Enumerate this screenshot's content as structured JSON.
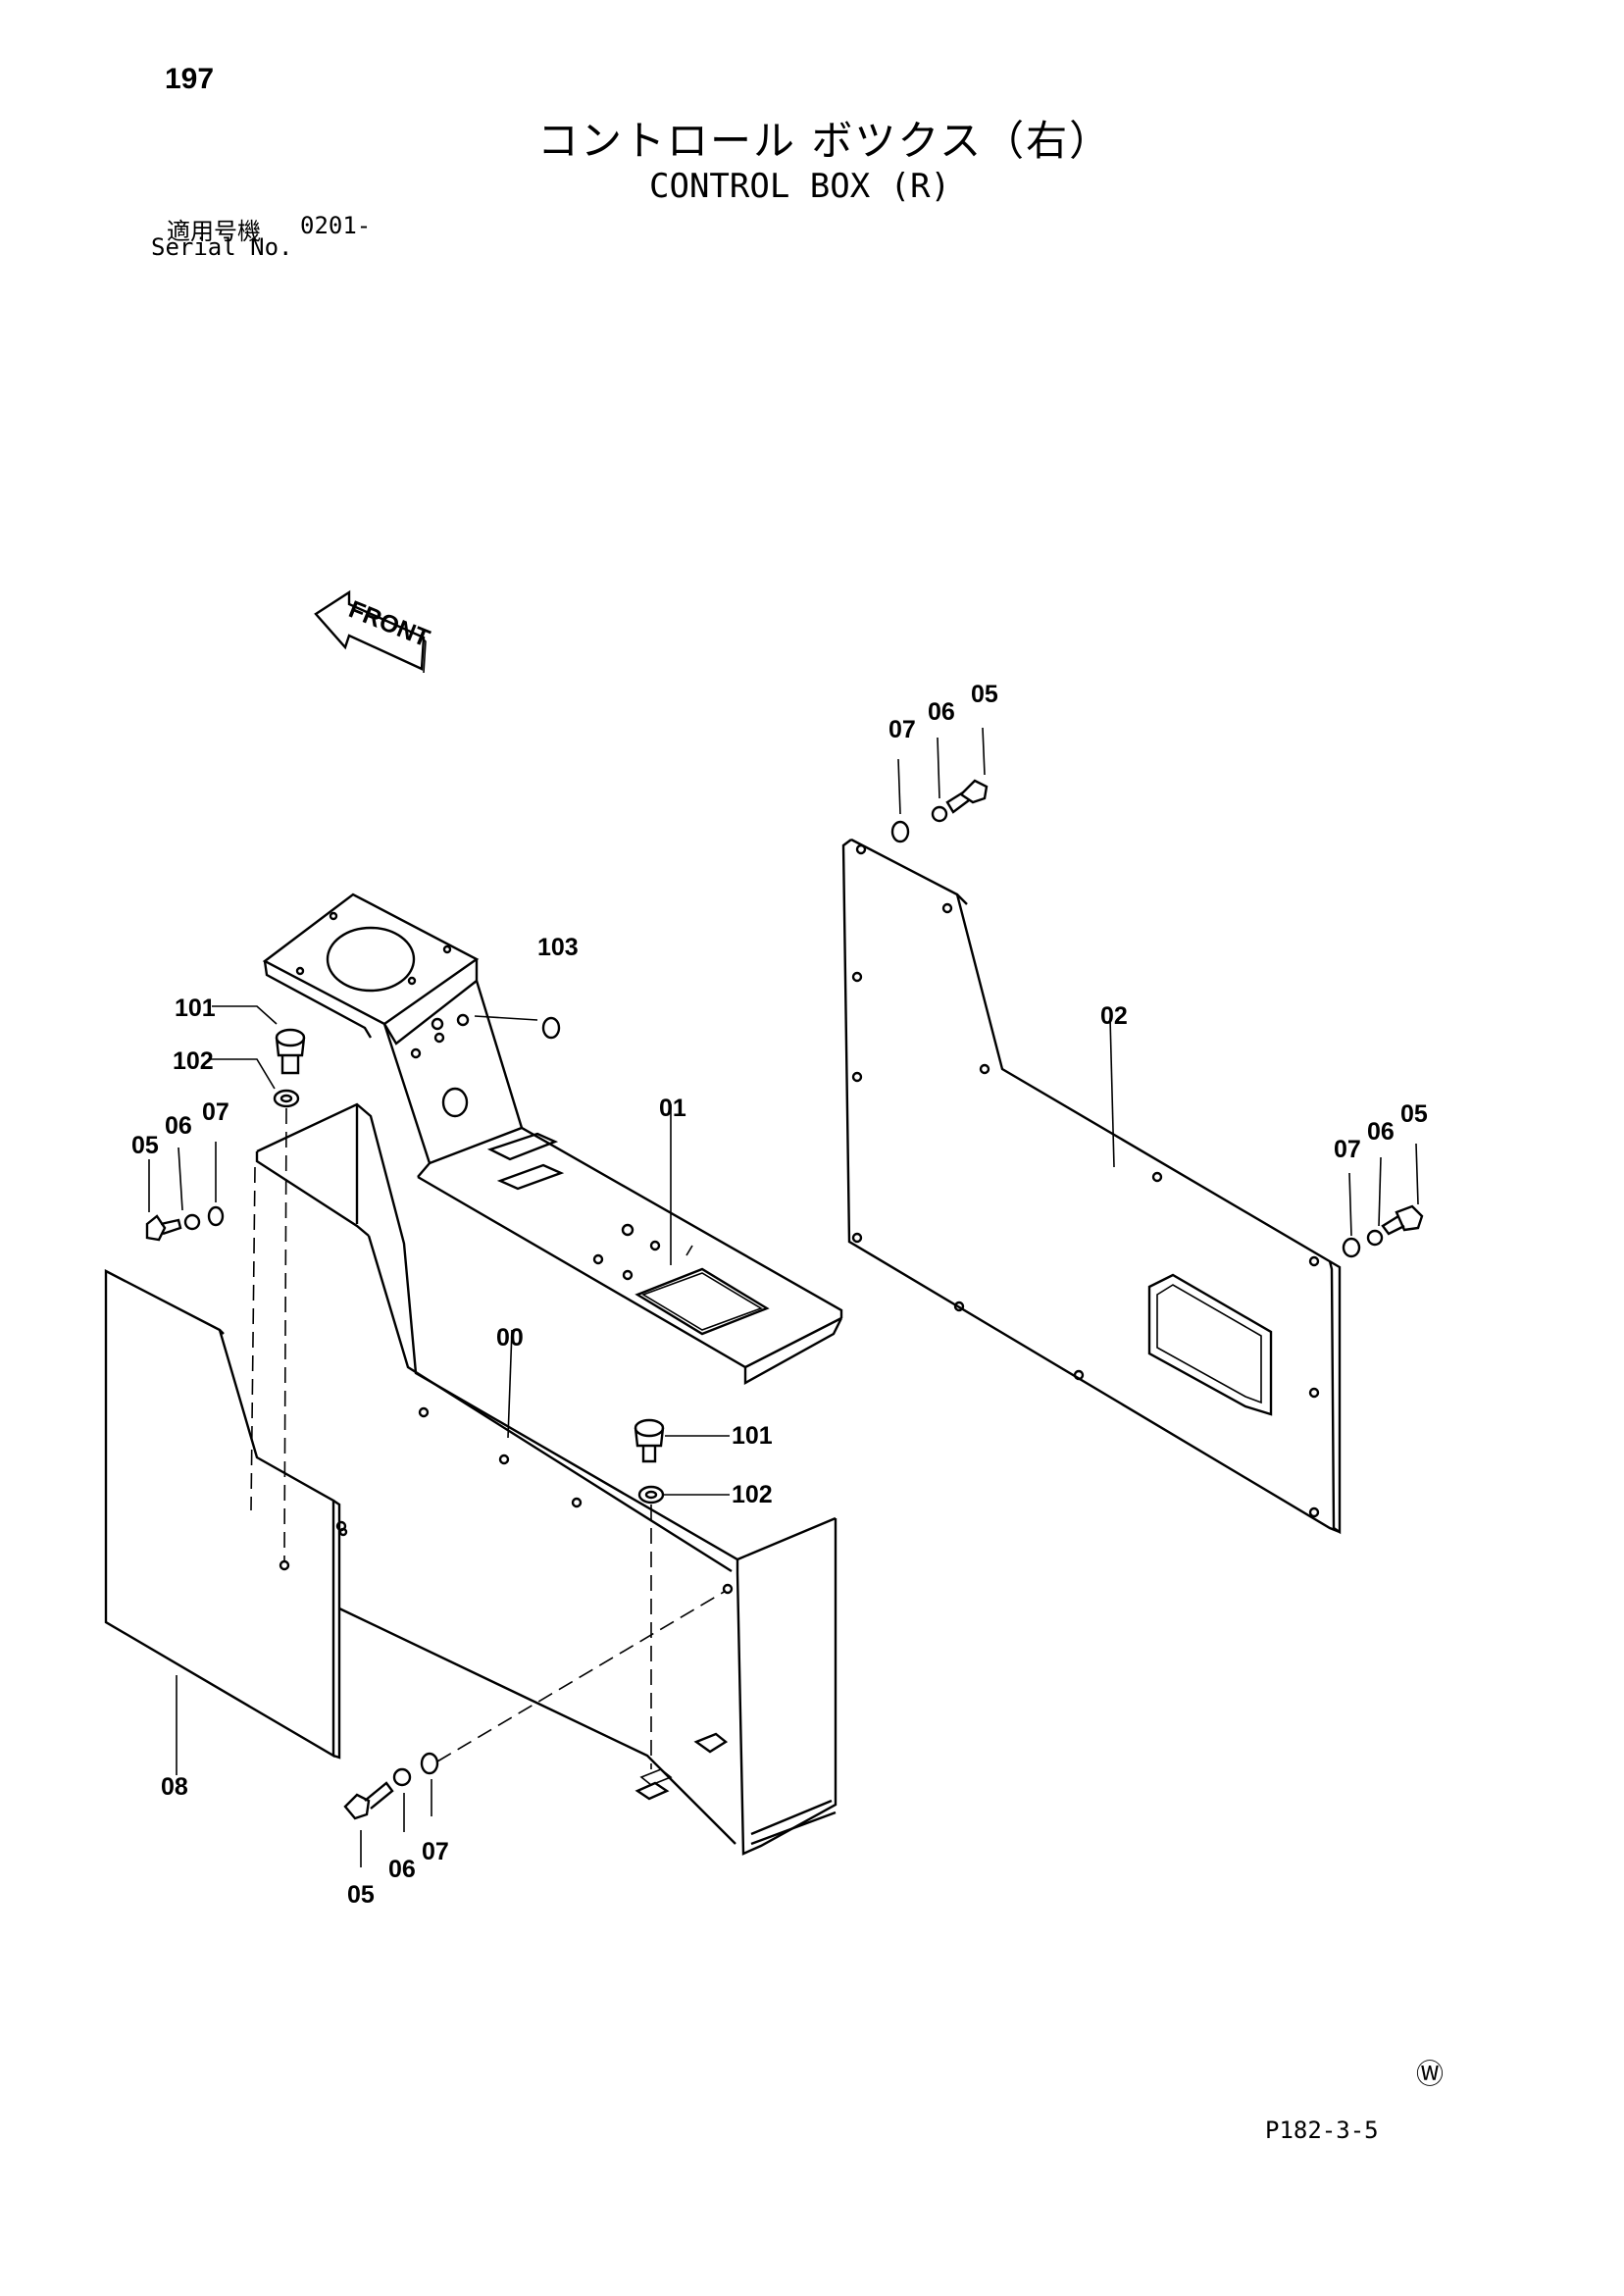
{
  "page_number": "197",
  "title_jp": "コントロール ボツクス（右）",
  "title_en": "CONTROL BOX (R)",
  "serial": {
    "label_jp": "適用号機",
    "value": "0201-",
    "label_en": "Serial No."
  },
  "front_label": "FRONT",
  "watermark_symbol": "Ⓦ",
  "drawing_code": "P182-3-5",
  "callouts": {
    "c00": "00",
    "c01": "01",
    "c02": "02",
    "c08": "08",
    "c101a": "101",
    "c102a": "102",
    "c103": "103",
    "c101b": "101",
    "c102b": "102",
    "c05a": "05",
    "c06a": "06",
    "c07a": "07",
    "c05b": "05",
    "c06b": "06",
    "c07b": "07",
    "c05c": "05",
    "c06c": "06",
    "c07c": "07",
    "c05d": "05",
    "c06d": "06",
    "c07d": "07"
  }
}
